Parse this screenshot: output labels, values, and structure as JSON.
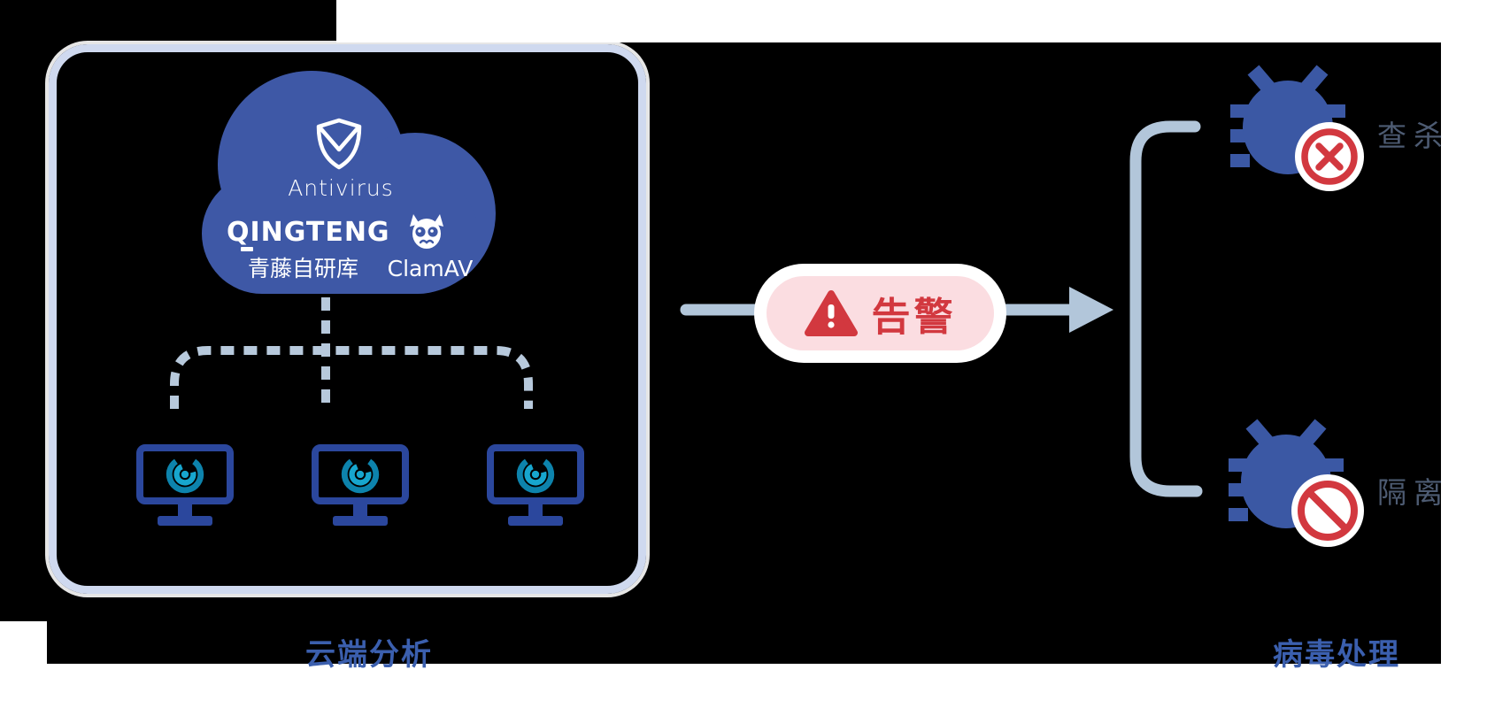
{
  "diagram": {
    "cloud": {
      "antivirus_label": "Antivirus",
      "qingteng_logo_text": "QINGTENG",
      "qingteng_db_label": "青藤自研库",
      "clamav_label": "ClamAV"
    },
    "left_section_title": "云端分析",
    "alert_badge": {
      "label": "告警"
    },
    "right_section": {
      "kill_label": "查杀",
      "quarantine_label": "隔离",
      "section_title": "病毒处理"
    },
    "agents": {
      "monitor_count": 3
    },
    "colors": {
      "cloud_blue": "#3e58a6",
      "bug_blue": "#3b58a4",
      "monitor_blue": "#2b479d",
      "connector_dash_blue": "#b7c9dc",
      "arrow_blue": "#b2c6da",
      "box_border_lavender": "#cfd9ef",
      "alert_red": "#d2383f",
      "alert_pink_bg": "#fbdde1",
      "section_label_blue": "#3b5fae",
      "side_label_gray": "#4d5b72",
      "logo_teal_dark": "#0d83ac",
      "logo_teal_bright": "#17a6ce",
      "background": "#000000",
      "page_white": "#ffffff"
    },
    "icons": [
      "shield-check-icon",
      "devil-mascot-icon",
      "warning-triangle-icon",
      "bug-icon",
      "circle-x-icon",
      "prohibition-icon",
      "radar-swirl-icon"
    ]
  }
}
